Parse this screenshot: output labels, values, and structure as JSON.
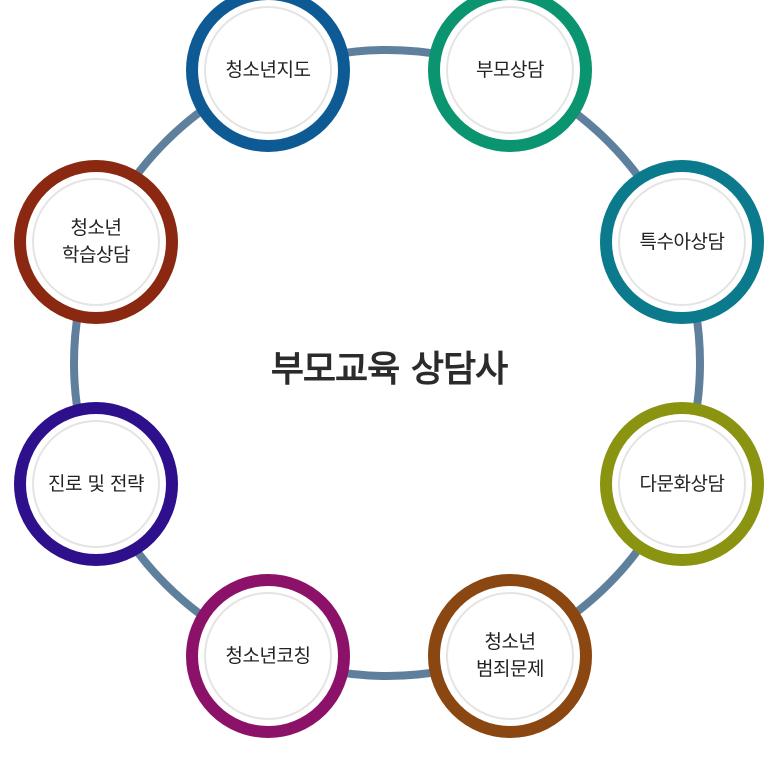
{
  "center": {
    "title": "부모교육 상담사"
  },
  "colors": {
    "track": "#5f809d",
    "inner_border": "#e4e4e4",
    "background": "#ffffff"
  },
  "nodes": [
    {
      "label": "청소년지도",
      "color": "#0e5a94"
    },
    {
      "label": "부모상담",
      "color": "#0b9470"
    },
    {
      "label": "특수아상담",
      "color": "#0a7a8c"
    },
    {
      "label": "다문화상담",
      "color": "#8a9410"
    },
    {
      "label": "청소년\n범죄문제",
      "color": "#8a4711"
    },
    {
      "label": "청소년코칭",
      "color": "#8c1168"
    },
    {
      "label": "진로 및 전략",
      "color": "#2f108c"
    },
    {
      "label": "청소년\n학습상담",
      "color": "#8a2811"
    }
  ]
}
